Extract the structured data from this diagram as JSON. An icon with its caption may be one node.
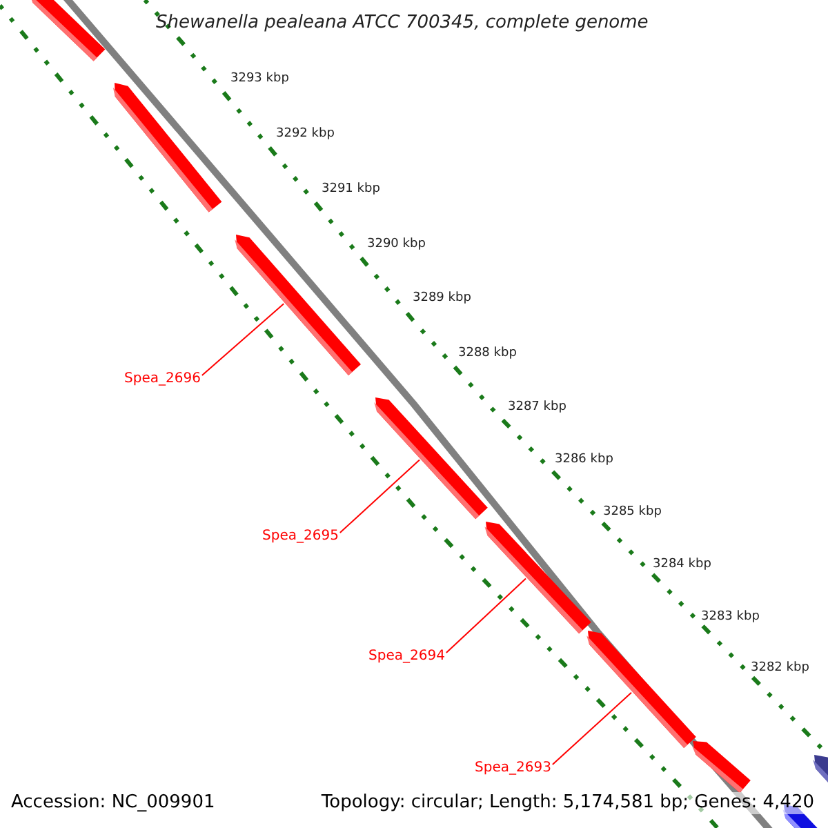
{
  "diagram": {
    "title": "Shewanella pealeana ATCC 700345, complete genome",
    "nodes": [
      {
        "text": [],
        "shape": "bar"
      },
      {
        "text": [],
        "shape": "bar"
      },
      {
        "text": [],
        "shape": "bar"
      },
      {
        "text": [],
        "shape": "bar"
      },
      {
        "text": [],
        "shape": "bar"
      },
      {
        "text": [],
        "shape": "bar"
      },
      {
        "text": [],
        "shape": "bar"
      },
      {
        "text": [],
        "shape": "bar"
      },
      {
        "text": [],
        "shape": "bar"
      },
      {
        "text": [
          "Spea_2696"
        ]
      },
      {
        "text": [
          "Spea_2695"
        ]
      },
      {
        "text": [
          "Spea_2694"
        ]
      },
      {
        "text": [
          "Spea_2693"
        ]
      }
    ],
    "edges": [
      {
        "from": 9,
        "to": 2,
        "arrow": "none"
      },
      {
        "from": 10,
        "to": 3,
        "arrow": "none"
      },
      {
        "from": 11,
        "to": 4,
        "arrow": "none"
      },
      {
        "from": 12,
        "to": 5,
        "arrow": "none"
      }
    ],
    "labels": [
      "3293 kbp",
      "3292 kbp",
      "3291 kbp",
      "3290 kbp",
      "3289 kbp",
      "3288 kbp",
      "3287 kbp",
      "3286 kbp",
      "3285 kbp",
      "3284 kbp",
      "3283 kbp",
      "3282 kbp",
      "Accession: NC_009901",
      "Topology: circular; Length: 5,174,581 bp; Genes: 4,420"
    ]
  }
}
